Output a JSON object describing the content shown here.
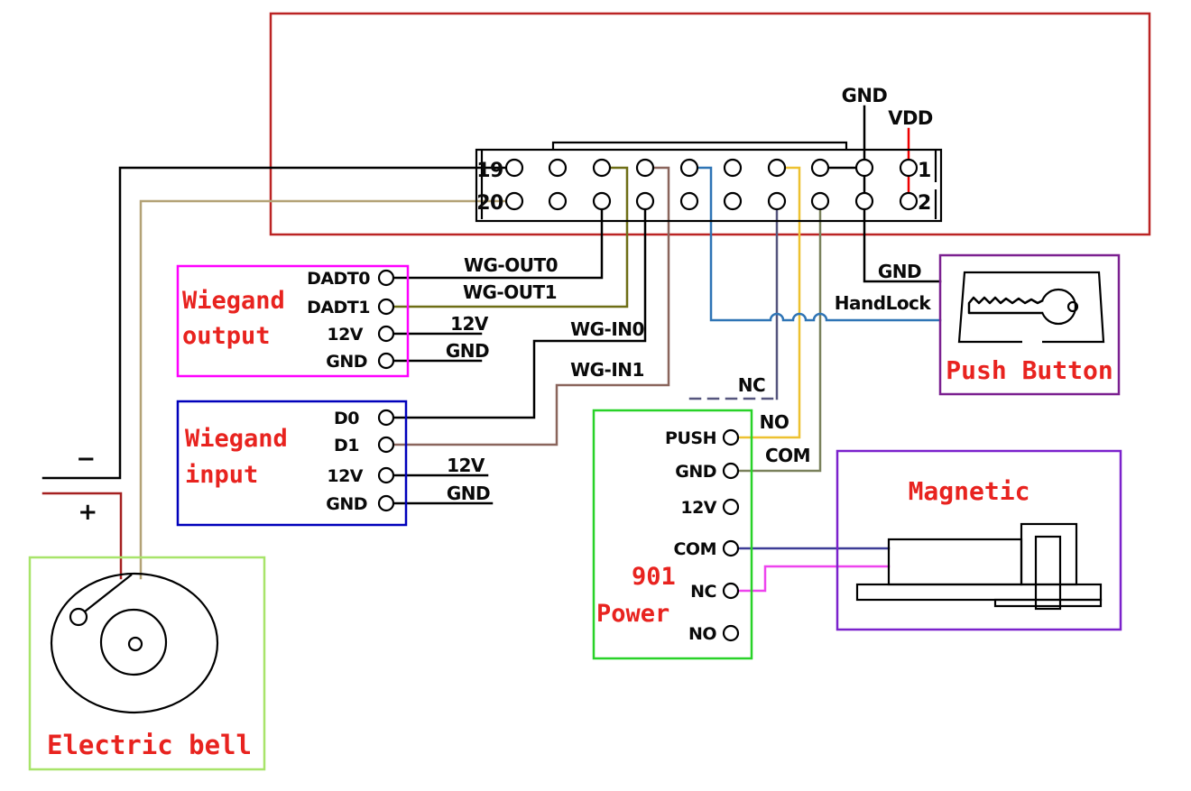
{
  "connector": {
    "gnd": "GND",
    "vdd": "VDD",
    "pin_19": "19",
    "pin_20": "20",
    "pin_1": "1",
    "pin_2": "2"
  },
  "wiegand_output": {
    "title_1": "Wiegand",
    "title_2": "output",
    "dadt0": "DADT0",
    "dadt1": "DADT1",
    "v12": "12V",
    "gnd": "GND",
    "wg_out0": "WG-OUT0",
    "wg_out1": "WG-OUT1",
    "v12_rail": "12V",
    "gnd_rail": "GND"
  },
  "wiegand_input": {
    "title_1": "Wiegand",
    "title_2": "input",
    "d0": "D0",
    "d1": "D1",
    "v12": "12V",
    "gnd": "GND",
    "wg_in0": "WG-IN0",
    "wg_in1": "WG-IN1",
    "v12_rail": "12V",
    "gnd_rail": "GND"
  },
  "power901": {
    "title_1": "901",
    "title_2": "Power",
    "push": "PUSH",
    "gnd": "GND",
    "v12": "12V",
    "com": "COM",
    "nc": "NC",
    "no": "NO",
    "wire_nc": "NC",
    "wire_no": "NO",
    "wire_com": "COM"
  },
  "push_button": {
    "title": "Push Button",
    "gnd_wire": "GND",
    "handlock_wire": "HandLock"
  },
  "magnetic": {
    "title": "Magnetic"
  },
  "electric_bell": {
    "title": "Electric bell",
    "minus": "−",
    "plus": "+"
  },
  "colors": {
    "red_box": "#bb2424",
    "magenta_box": "#ff00ff",
    "blue_box": "#0000bb",
    "green_box": "#28d228",
    "purple_box": "#7b2090",
    "violet_box": "#7b22cc",
    "lightgreen_box": "#a8e46a",
    "title_red": "#e8231f",
    "wire_tan": "#b3a276",
    "wire_olive": "#6e6e16",
    "wire_brown": "#8a655c",
    "wire_blue": "#2e74b5",
    "wire_yellow": "#edc131",
    "wire_navy": "#56567e",
    "wire_com_navy": "#3c3c96",
    "wire_olivegreen": "#7a815c",
    "wire_magenta": "#ee44ee",
    "wire_darkred": "#a52020",
    "wire_red": "#ee0000",
    "plus_red": "#d42a22"
  }
}
